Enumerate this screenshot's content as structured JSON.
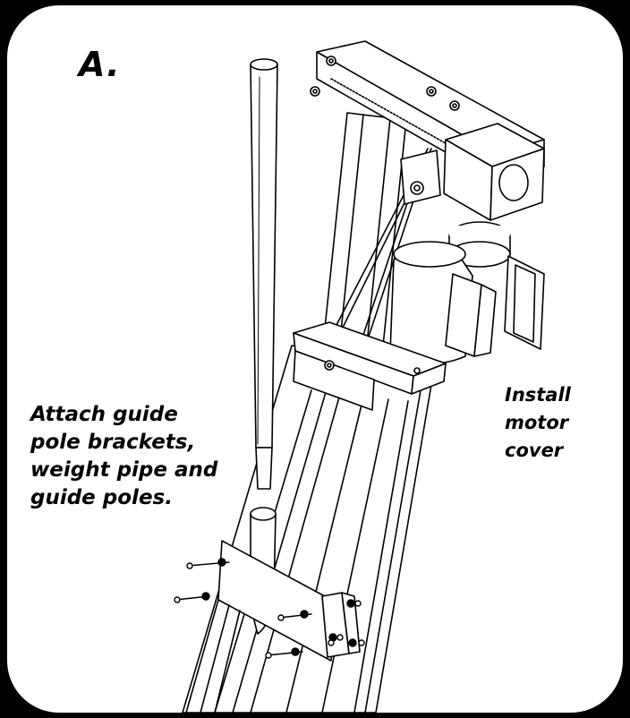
{
  "step_label": "A.",
  "left_note": {
    "lines": [
      "Attach guide",
      "pole brackets,",
      "weight pipe and",
      "guide poles."
    ]
  },
  "right_note": {
    "lines": [
      "Install",
      "motor",
      "cover"
    ]
  },
  "icons": {
    "assembly": "assembly-drawing-icon"
  }
}
